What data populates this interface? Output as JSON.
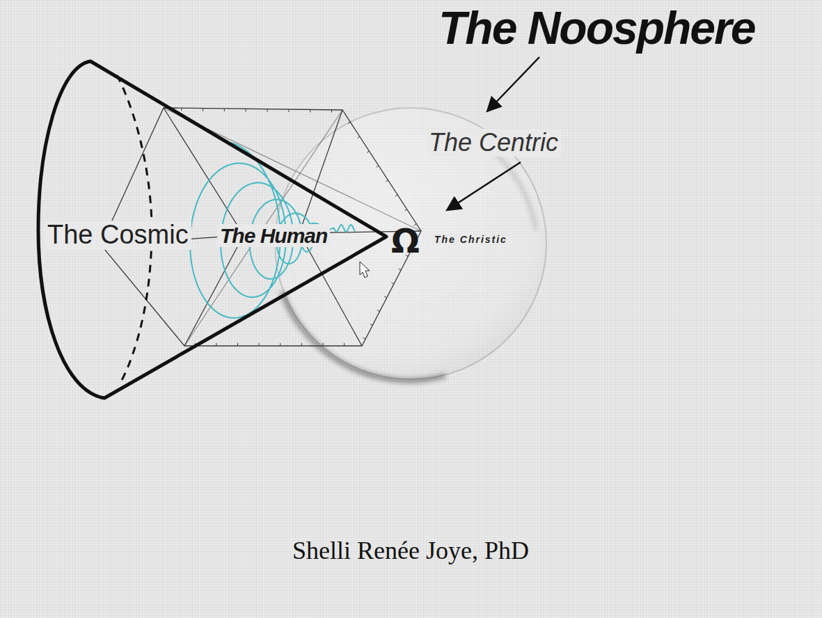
{
  "diagram": {
    "title": "The Noosphere",
    "caption": "Shelli Renée Joye, PhD",
    "labels": [
      "The Centric",
      "The Cosmic",
      "The Human",
      "Ω",
      "The Christic"
    ]
  }
}
